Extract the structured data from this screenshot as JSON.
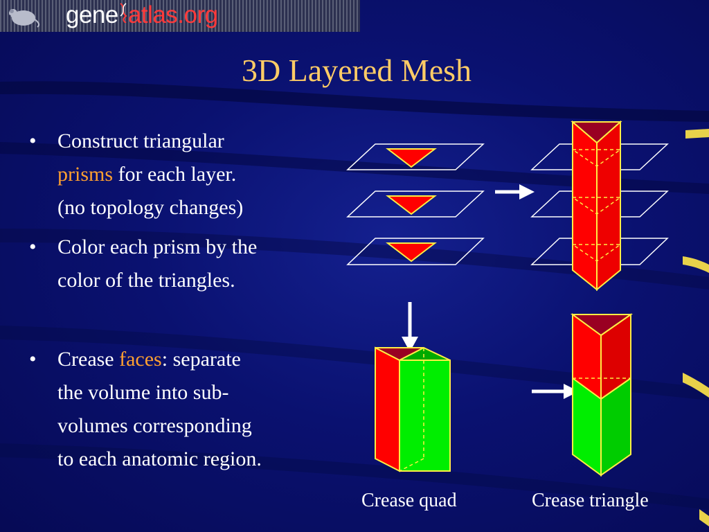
{
  "logo": {
    "part1": "gene",
    "part2": "atlas.org",
    "mouse_icon": "mouse-icon",
    "helix_icon": "dna-helix-icon"
  },
  "title": "3D Layered Mesh",
  "bullets": [
    {
      "pre": "Construct triangular",
      "highlight": "prisms",
      "post": " for each layer.",
      "line3": "(no topology changes)"
    },
    {
      "line1": "Color each prism by the",
      "line2": "color of the triangles."
    },
    {
      "pre": "Crease ",
      "highlight": "faces",
      "post": ": separate",
      "line2": "the volume into sub-",
      "line3": "volumes corresponding",
      "line4": "to each anatomic region."
    }
  ],
  "bullet_symbol": "•",
  "captions": {
    "quad": "Crease quad",
    "triangle": "Crease triangle"
  },
  "colors": {
    "title": "#ffcc66",
    "highlight": "#ffa030",
    "prism_red": "#ff0000",
    "prism_green": "#00ee00",
    "prism_edge": "#ffee44",
    "arrow": "#ffffff",
    "background": "#0b0f6e"
  }
}
